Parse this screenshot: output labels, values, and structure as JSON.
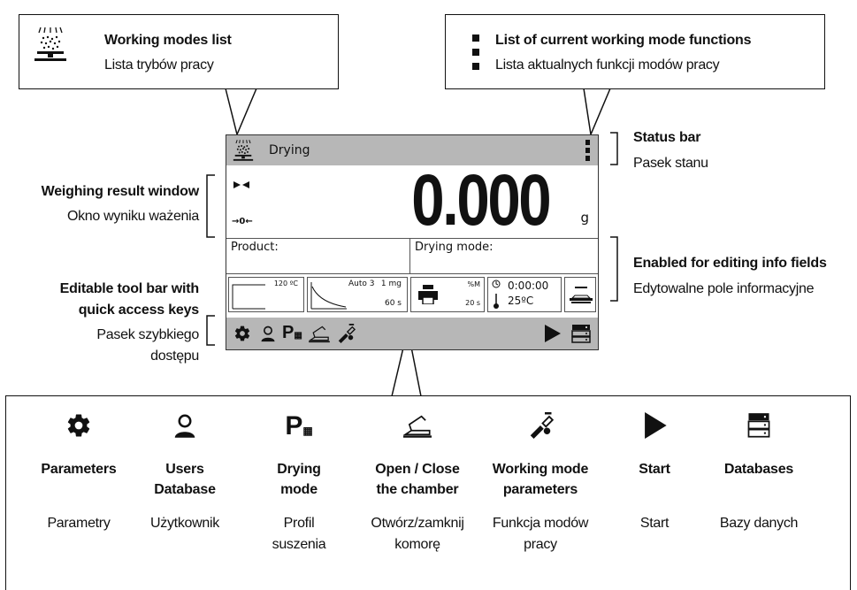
{
  "callouts": {
    "modes_list": {
      "title": "Working modes list",
      "subtitle": "Lista trybów pracy",
      "icon": "drying-mode-icon"
    },
    "functions_list": {
      "title": "List of current working mode functions",
      "subtitle": "Lista aktualnych funkcji modów pracy",
      "icon": "kebab-menu-icon"
    },
    "status_bar": {
      "title": "Status bar",
      "subtitle": "Pasek stanu"
    },
    "result_window": {
      "title": "Weighing result window",
      "subtitle": "Okno wyniku ważenia"
    },
    "info_fields": {
      "title": "Enabled for editing info fields",
      "subtitle": "Edytowalne pole informacyjne"
    },
    "toolbar": {
      "title_line1": "Editable tool bar with",
      "title_line2": "quick access keys",
      "subtitle_line1": "Pasek szybkiego",
      "subtitle_line2": "dostępu"
    }
  },
  "screen": {
    "mode_name": "Drying",
    "weight_value": "0.000",
    "unit": "g",
    "zero_indicator": "→0←",
    "fields": {
      "product_label": "Product:",
      "drying_mode_label": "Drying mode:"
    },
    "widgets": {
      "temp_profile": "120 ºC",
      "auto_mode": "Auto 3",
      "auto_step": "1 mg",
      "auto_time": "60 s",
      "print_unit": "%M",
      "print_time": "20 s",
      "timer": "0:00:00",
      "temperature": "25ºC"
    }
  },
  "legend": [
    {
      "icon": "gear-icon",
      "title": [
        "Parameters"
      ],
      "subtitle": [
        "Parametry"
      ]
    },
    {
      "icon": "user-icon",
      "title": [
        "Users",
        "Database"
      ],
      "subtitle": [
        "Użytkownik"
      ]
    },
    {
      "icon": "drying-profile-icon",
      "title": [
        "Drying",
        "mode"
      ],
      "subtitle": [
        "Profil",
        "suszenia"
      ]
    },
    {
      "icon": "chamber-icon",
      "title": [
        "Open / Close",
        "the chamber"
      ],
      "subtitle": [
        "Otwórz/zamknij",
        "komorę"
      ]
    },
    {
      "icon": "tools-icon",
      "title": [
        "Working mode",
        "parameters"
      ],
      "subtitle": [
        "Funkcja modów",
        "pracy"
      ]
    },
    {
      "icon": "play-icon",
      "title": [
        "Start"
      ],
      "subtitle": [
        "Start"
      ]
    },
    {
      "icon": "database-icon",
      "title": [
        "Databases"
      ],
      "subtitle": [
        "Bazy danych"
      ]
    }
  ]
}
